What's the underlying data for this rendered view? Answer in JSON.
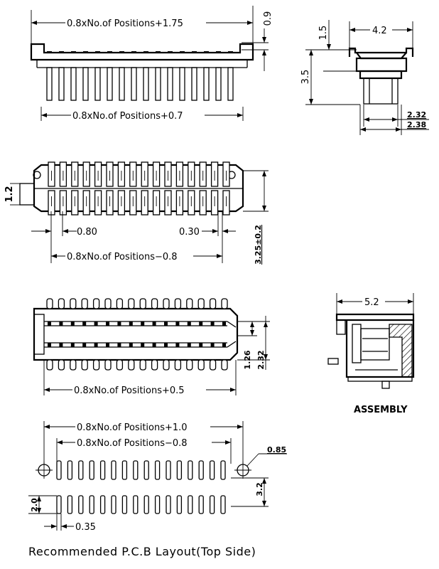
{
  "drawing": {
    "front_view": {
      "width_label": "0.8xNo.of Positions+1.75",
      "height_label": "0.9",
      "lower_label": "0.8xNo.of Positions+0.7"
    },
    "side_view": {
      "width_label": "4.2",
      "top_label": "1.5",
      "height_label": "3.5",
      "label_a": "2.32",
      "label_b": "2.38"
    },
    "top_view": {
      "left_label": "1.2",
      "pitch_label": "0.80",
      "pin_width_label": "0.30",
      "span_label": "0.8xNo.of Positions−0.8",
      "height_label": "3.25±0.2"
    },
    "bottom_view": {
      "width_label": "0.8xNo.of Positions+0.5",
      "label_a": "1.26",
      "label_b": "2.32"
    },
    "assembly": {
      "width_label": "5.2",
      "caption": "ASSEMBLY"
    },
    "pcb_layout": {
      "outer_label": "0.8xNo.of Positions+1.0",
      "inner_label": "0.8xNo.of Positions−0.8",
      "hole_label": "0.85",
      "row_gap_label": "3.2",
      "pad_height_label": "2.0",
      "pad_width_label": "0.35",
      "caption": "Recommended P.C.B Layout(Top Side)"
    }
  }
}
